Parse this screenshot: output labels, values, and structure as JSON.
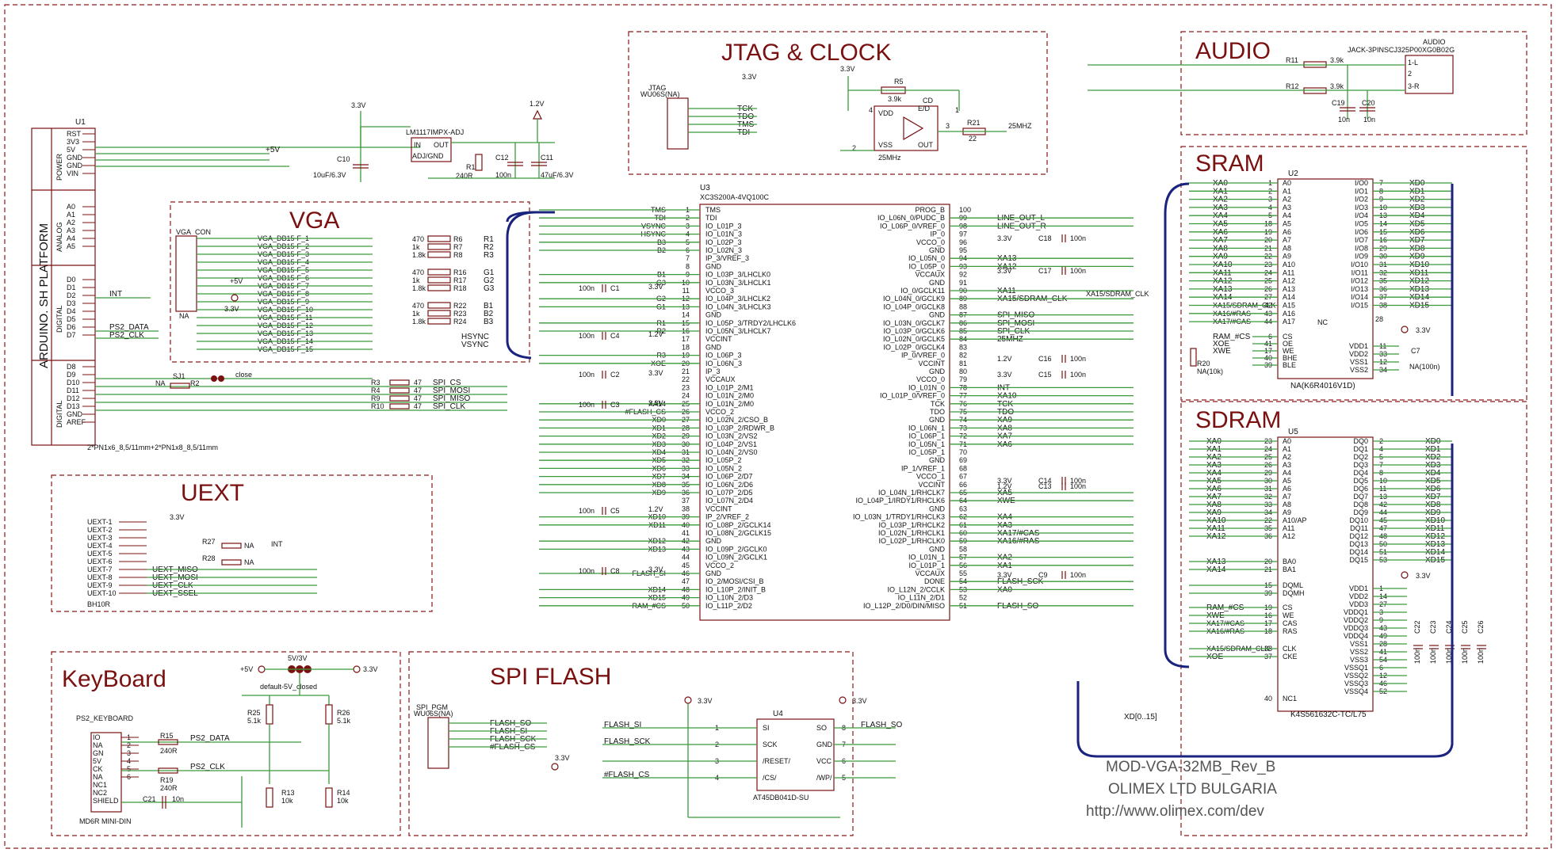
{
  "sections": {
    "jtag_clock": "JTAG & CLOCK",
    "audio": "AUDIO",
    "vga": "VGA",
    "sram": "SRAM",
    "sdram": "SDRAM",
    "uext": "UEXT",
    "keyboard": "KeyBoard",
    "spi_flash": "SPI FLASH"
  },
  "footer": {
    "board": "MOD-VGA-32MB_Rev_B",
    "company": "OLIMEX LTD BULGARIA",
    "url": "http://www.olimex.com/dev"
  },
  "u1": {
    "ref": "U1",
    "platform": "ARDUINO. SH PLATFORM",
    "groups": [
      "POWER",
      "ANALOG",
      "DIGITAL",
      "DIGITAL"
    ],
    "power_pins": [
      "RST",
      "3V3",
      "5V",
      "GND",
      "GND",
      "VIN"
    ],
    "analog_pins": [
      "A0",
      "A1",
      "A2",
      "A3",
      "A4",
      "A5"
    ],
    "digital1_pins": [
      "D0",
      "D1",
      "D2",
      "D3",
      "D4",
      "D5",
      "D6",
      "D7"
    ],
    "digital2_pins": [
      "D8",
      "D9",
      "D10",
      "D11",
      "D12",
      "D13",
      "GND",
      "AREF"
    ],
    "connector": "2*PN1x6_8,5/11mm+2*PN1x8_8,5/11mm",
    "nets": {
      "int": "INT",
      "ps2_data": "PS2_DATA",
      "ps2_clk": "PS2_CLK",
      "plus5v": "+5V",
      "na": "NA"
    }
  },
  "power_section": {
    "vcc33": "3.3V",
    "vcc12": "1.2V",
    "reg": "LM1117IMPX-ADJ",
    "reg_pins": [
      "IN",
      "OUT",
      "ADJ/GND"
    ],
    "r1": "R1",
    "r1v": "240R",
    "c10": "C10",
    "c10v": "10uF/6.3V",
    "c12": "C12",
    "c12v": "100n",
    "c11": "C11",
    "c11v": "47uF/6.3V"
  },
  "vga": {
    "connector": "VGA_CON",
    "na": "NA",
    "nets": [
      "VGA_DB15-F_1",
      "VGA_DB15-F_2",
      "VGA_DB15-F_3",
      "VGA_DB15-F_4",
      "VGA_DB15-F_5",
      "VGA_DB15-F_6",
      "VGA_DB15-F_7",
      "VGA_DB15-F_8",
      "VGA_DB15-F_9",
      "VGA_DB15-F_10",
      "VGA_DB15-F_11",
      "VGA_DB15-F_12",
      "VGA_DB15-F_13",
      "VGA_DB15-F_14",
      "VGA_DB15-F_15"
    ],
    "resistors": [
      {
        "val": "470",
        "ref": "R6",
        "net": "R1"
      },
      {
        "val": "1k",
        "ref": "R7",
        "net": "R2"
      },
      {
        "val": "1.8k",
        "ref": "R8",
        "net": "R3"
      },
      {
        "val": "470",
        "ref": "R16",
        "net": "G1"
      },
      {
        "val": "1k",
        "ref": "R17",
        "net": "G2"
      },
      {
        "val": "1.8k",
        "ref": "R18",
        "net": "G3"
      },
      {
        "val": "470",
        "ref": "R22",
        "net": "B1"
      },
      {
        "val": "1k",
        "ref": "R23",
        "net": "B2"
      },
      {
        "val": "1.8k",
        "ref": "R24",
        "net": "B3"
      }
    ],
    "sync": [
      "HSYNC",
      "VSYNC"
    ],
    "plus5v": "+5V",
    "vcc33": "3.3V"
  },
  "spi_res": {
    "sj1": "SJ1",
    "close": "close",
    "na": "NA",
    "r2": "R2",
    "rows": [
      {
        "ref": "R3",
        "val": "47",
        "net": "SPI_CS"
      },
      {
        "ref": "R4",
        "val": "47",
        "net": "SPI_MOSI"
      },
      {
        "ref": "R9",
        "val": "47",
        "net": "SPI_MISO"
      },
      {
        "ref": "R10",
        "val": "47",
        "net": "SPI_CLK"
      }
    ]
  },
  "uext": {
    "pins": [
      "UEXT-1",
      "UEXT-2",
      "UEXT-3",
      "UEXT-4",
      "UEXT-5",
      "UEXT-6",
      "UEXT-7",
      "UEXT-8",
      "UEXT-9",
      "UEXT-10"
    ],
    "ref": "BH10R",
    "vcc33": "3.3V",
    "r27": "R27",
    "r28": "R28",
    "na": "NA",
    "int": "INT",
    "nets": [
      "UEXT_MISO",
      "UEXT_MOSI",
      "UEXT_CLK",
      "UEXT_SSEL"
    ]
  },
  "jtag": {
    "conn": "JTAG",
    "conn2": "WU06S(NA)",
    "vcc33": "3.3V",
    "nets": [
      "TCK",
      "TDO",
      "TMS",
      "TDI"
    ],
    "r5": "R5",
    "r5v": "3.9k",
    "osc": "CD",
    "osc_pins": [
      "VDD",
      "E/D",
      "VSS",
      "OUT"
    ],
    "osc_freq": "25MHz",
    "r21": "R21",
    "r21v": "22",
    "clk_net": "25MHZ",
    "pin_nums": [
      "4",
      "1",
      "2",
      "3"
    ]
  },
  "audio": {
    "conn": "AUDIO",
    "jack": "JACK-3PINSCJ325P00XG0B02G",
    "pins": [
      "1-L",
      "2",
      "3-R"
    ],
    "r11": "R11",
    "r12": "R12",
    "rval": "3.9k",
    "c19": "C19",
    "c20": "C20",
    "cval": "10n"
  },
  "u3": {
    "ref": "U3",
    "part": "XC3S200A-4VQ100C",
    "left_pins": [
      [
        "1",
        "TMS"
      ],
      [
        "2",
        "TDI"
      ],
      [
        "3",
        "IO_L01P_3"
      ],
      [
        "4",
        "IO_L01N_3"
      ],
      [
        "5",
        "IO_L02P_3"
      ],
      [
        "6",
        "IO_L02N_3"
      ],
      [
        "7",
        "IP_3/VREF_3"
      ],
      [
        "8",
        "GND"
      ],
      [
        "9",
        "IO_L03P_3/LHCLK0"
      ],
      [
        "10",
        "IO_L03N_3/LHCLK1"
      ],
      [
        "11",
        "VCCO_3"
      ],
      [
        "12",
        "IO_L04P_3/LHCLK2"
      ],
      [
        "13",
        "IO_L04N_3/LHCLK3"
      ],
      [
        "14",
        "GND"
      ],
      [
        "15",
        "IO_L05P_3/TRDY2/LHCLK6"
      ],
      [
        "16",
        "IO_L05N_3/LHCLK7"
      ],
      [
        "17",
        "VCCINT"
      ],
      [
        "18",
        "GND"
      ],
      [
        "19",
        "IO_L06P_3"
      ],
      [
        "20",
        "IO_L06N_3"
      ],
      [
        "21",
        "IP_3"
      ],
      [
        "22",
        "VCCAUX"
      ],
      [
        "23",
        "IO_L01P_2/M1"
      ],
      [
        "24",
        "IO_L01N_2/M0"
      ],
      [
        "25",
        "IO_L01N_2/M0"
      ],
      [
        "26",
        "VCCO_2"
      ],
      [
        "27",
        "IO_L02N_2/CSO_B"
      ],
      [
        "28",
        "IO_L03P_2/RDWR_B"
      ],
      [
        "29",
        "IO_L03N_2/VS2"
      ],
      [
        "30",
        "IO_L04P_2/VS1"
      ],
      [
        "31",
        "IO_L04N_2/VS0"
      ],
      [
        "32",
        "IO_L05P_2"
      ],
      [
        "33",
        "IO_L05N_2"
      ],
      [
        "34",
        "IO_L06P_2/D7"
      ],
      [
        "35",
        "IO_L06N_2/D6"
      ],
      [
        "36",
        "IO_L07P_2/D5"
      ],
      [
        "37",
        "IO_L07N_2/D4"
      ],
      [
        "38",
        "VCCINT"
      ],
      [
        "39",
        "IP_2/VREF_2"
      ],
      [
        "40",
        "IO_L08P_2/GCLK14"
      ],
      [
        "41",
        "IO_L08N_2/GCLK15"
      ],
      [
        "42",
        "GND"
      ],
      [
        "43",
        "IO_L09P_2/GCLK0"
      ],
      [
        "44",
        "IO_L09N_2/GCLK1"
      ],
      [
        "45",
        "VCCO_2"
      ],
      [
        "46",
        "GND"
      ],
      [
        "47",
        "IO_2/MOSI/CSI_B"
      ],
      [
        "48",
        "IO_L10P_2/INIT_B"
      ],
      [
        "49",
        "IO_L10N_2/D3"
      ],
      [
        "50",
        "IO_L11P_2/D2"
      ]
    ],
    "left_nets": [
      "TMS",
      "TDI",
      "VSYNC",
      "HSYNC",
      "B3",
      "B2",
      "",
      "",
      "B1",
      "G3",
      "",
      "G2",
      "G1",
      "",
      "R1",
      "R2",
      "",
      "",
      "R3",
      "XOE",
      "",
      "",
      "",
      "",
      "XA14",
      "#FLASH_CS",
      "XD0",
      "XD1",
      "XD2",
      "XD3",
      "XD4",
      "XD5",
      "XD6",
      "XD7",
      "XD8",
      "XD9",
      "",
      "",
      "XD10",
      "XD11",
      "",
      "XD12",
      "XD13",
      "",
      "",
      "FLASH_SI",
      "",
      "XD14",
      "XD15",
      "RAM_#CS"
    ],
    "right_pins": [
      [
        "100",
        "PROG_B"
      ],
      [
        "99",
        "IO_L06N_0/PUDC_B"
      ],
      [
        "98",
        "IO_L06P_0/VREF_0"
      ],
      [
        "97",
        "IP_0"
      ],
      [
        "96",
        "VCCO_0"
      ],
      [
        "95",
        "GND"
      ],
      [
        "94",
        "IO_L05N_0"
      ],
      [
        "93",
        "IO_L05P_0"
      ],
      [
        "92",
        "VCCAUX"
      ],
      [
        "91",
        "GND"
      ],
      [
        "90",
        "IO_0/GCLK11"
      ],
      [
        "89",
        "IO_L04N_0/GCLK9"
      ],
      [
        "88",
        "IO_L04P_0/GCLK8"
      ],
      [
        "87",
        "GND"
      ],
      [
        "86",
        "IO_L03N_0/GCLK7"
      ],
      [
        "85",
        "IO_L03P_0/GCLK6"
      ],
      [
        "84",
        "IO_L02N_0/GCLK5"
      ],
      [
        "83",
        "IO_L02P_0/GCLK4"
      ],
      [
        "82",
        "IP_0/VREF_0"
      ],
      [
        "81",
        "VCCINT"
      ],
      [
        "80",
        "GND"
      ],
      [
        "79",
        "VCCO_0"
      ],
      [
        "78",
        "IO_L01N_0"
      ],
      [
        "77",
        "IO_L01P_0/VREF_0"
      ],
      [
        "76",
        "TCK"
      ],
      [
        "75",
        "TDO"
      ],
      [
        "74",
        "GND"
      ],
      [
        "73",
        "IO_L06N_1"
      ],
      [
        "72",
        "IO_L06P_1"
      ],
      [
        "71",
        "IO_L05N_1"
      ],
      [
        "70",
        "IO_L05P_1"
      ],
      [
        "69",
        "GND"
      ],
      [
        "68",
        "IP_1/VREF_1"
      ],
      [
        "67",
        "VCCO_1"
      ],
      [
        "66",
        "VCCINT"
      ],
      [
        "65",
        "IO_L04N_1/RHCLK7"
      ],
      [
        "64",
        "IO_L04P_1/IRDY1/RHCLK6"
      ],
      [
        "63",
        "GND"
      ],
      [
        "62",
        "IO_L03N_1/TRDY1/RHCLK3"
      ],
      [
        "61",
        "IO_L03P_1/RHCLK2"
      ],
      [
        "60",
        "IO_L02N_1/RHCLK1"
      ],
      [
        "59",
        "IO_L02P_1/RHCLK0"
      ],
      [
        "58",
        "GND"
      ],
      [
        "57",
        "IO_L01N_1"
      ],
      [
        "56",
        "IO_L01P_1"
      ],
      [
        "55",
        "VCCAUX"
      ],
      [
        "54",
        "DONE"
      ],
      [
        "53",
        "IO_L12N_2/CCLK"
      ],
      [
        "52",
        "IO_L11N_2/D1"
      ],
      [
        "51",
        "IO_L12P_2/D0/DIN/MISO"
      ]
    ],
    "right_nets": [
      "",
      "LINE_OUT_L",
      "LINE_OUT_R",
      "",
      "",
      "",
      "XA13",
      "XA12",
      "",
      "",
      "XA11",
      "XA15/SDRAM_CLK",
      "",
      "SPI_MISO",
      "SPI_MOSI",
      "SPI_CLK",
      "25MHZ",
      "",
      "",
      "",
      "",
      "",
      "INT",
      "XA10",
      "TCK",
      "TDO",
      "XA9",
      "XA8",
      "XA7",
      "XA6",
      "",
      "",
      "",
      "",
      "",
      "XA5",
      "XWE",
      "",
      "XA4",
      "XA3",
      "XA17/#CAS",
      "XA16/#RAS",
      "",
      "XA2",
      "XA1",
      "",
      "FLASH_SCK",
      "XA0",
      "",
      "FLASH_SO"
    ],
    "spi_cs": "SPI_CS",
    "sdram_clk": "XA15/SDRAM_CLK",
    "caps": [
      {
        "ref": "C1",
        "val": "100n",
        "v": "3.3V"
      },
      {
        "ref": "C4",
        "val": "100n",
        "v": "1.2V"
      },
      {
        "ref": "C2",
        "val": "100n",
        "v": "3.3V"
      },
      {
        "ref": "C3",
        "val": "100n",
        "v": "3.3V"
      },
      {
        "ref": "C5",
        "val": "100n",
        "v": "1.2V"
      },
      {
        "ref": "C8",
        "val": "100n",
        "v": "3.3V"
      },
      {
        "ref": "C18",
        "val": "100n",
        "v": "3.3V"
      },
      {
        "ref": "C17",
        "val": "100n",
        "v": "3.3V"
      },
      {
        "ref": "C16",
        "val": "100n",
        "v": "1.2V"
      },
      {
        "ref": "C15",
        "val": "100n",
        "v": "3.3V"
      },
      {
        "ref": "C13",
        "val": "100n",
        "v": "1.2V"
      },
      {
        "ref": "C14",
        "val": "100n",
        "v": "3.3V"
      },
      {
        "ref": "C9",
        "val": "100n",
        "v": "3.3V"
      }
    ]
  },
  "u2": {
    "ref": "U2",
    "part": "NA(K6R4016V1D)",
    "addr_pins": [
      [
        "XA0",
        "1",
        "A0"
      ],
      [
        "XA1",
        "2",
        "A1"
      ],
      [
        "XA2",
        "3",
        "A2"
      ],
      [
        "XA3",
        "4",
        "A3"
      ],
      [
        "XA4",
        "5",
        "A4"
      ],
      [
        "XA5",
        "18",
        "A5"
      ],
      [
        "XA6",
        "19",
        "A6"
      ],
      [
        "XA7",
        "20",
        "A7"
      ],
      [
        "XA8",
        "21",
        "A8"
      ],
      [
        "XA9",
        "22",
        "A9"
      ],
      [
        "XA10",
        "23",
        "A10"
      ],
      [
        "XA11",
        "24",
        "A11"
      ],
      [
        "XA12",
        "25",
        "A12"
      ],
      [
        "XA13",
        "26",
        "A13"
      ],
      [
        "XA14",
        "27",
        "A14"
      ],
      [
        "XA15/SDRAM_CLK",
        "42",
        "A15"
      ],
      [
        "XA16/#RAS",
        "43",
        "A16"
      ],
      [
        "XA17/#CAS",
        "44",
        "A17"
      ]
    ],
    "io_pins": [
      [
        "I/O0",
        "7",
        "XD0"
      ],
      [
        "I/O1",
        "8",
        "XD1"
      ],
      [
        "I/O2",
        "9",
        "XD2"
      ],
      [
        "I/O3",
        "10",
        "XD3"
      ],
      [
        "I/O4",
        "13",
        "XD4"
      ],
      [
        "I/O5",
        "14",
        "XD5"
      ],
      [
        "I/O6",
        "15",
        "XD6"
      ],
      [
        "I/O7",
        "16",
        "XD7"
      ],
      [
        "I/O8",
        "29",
        "XD8"
      ],
      [
        "I/O9",
        "30",
        "XD9"
      ],
      [
        "I/O10",
        "31",
        "XD10"
      ],
      [
        "I/O11",
        "32",
        "XD11"
      ],
      [
        "I/O12",
        "35",
        "XD12"
      ],
      [
        "I/O13",
        "36",
        "XD13"
      ],
      [
        "I/O14",
        "37",
        "XD14"
      ],
      [
        "I/O15",
        "38",
        "XD15"
      ]
    ],
    "nc": "NC",
    "nc_pin": "28",
    "ctrl_pins": [
      [
        "RAM_#CS",
        "6",
        "CS"
      ],
      [
        "XOE",
        "41",
        "OE"
      ],
      [
        "XWE",
        "17",
        "WE"
      ],
      [
        "",
        "40",
        "BHE"
      ],
      [
        "",
        "39",
        "BLE"
      ]
    ],
    "pwr_pins": [
      [
        "VDD1",
        "11"
      ],
      [
        "VDD2",
        "33"
      ],
      [
        "VSS1",
        "12"
      ],
      [
        "VSS2",
        "34"
      ]
    ],
    "r20": "R20",
    "r20v": "NA(10k)",
    "c7": "C7",
    "c7v": "NA(100n)",
    "vcc33": "3.3V"
  },
  "u5": {
    "ref": "U5",
    "part": "K4S561632C-TC/L75",
    "addr_pins": [
      [
        "XA0",
        "23",
        "A0"
      ],
      [
        "XA1",
        "24",
        "A1"
      ],
      [
        "XA2",
        "25",
        "A2"
      ],
      [
        "XA3",
        "26",
        "A3"
      ],
      [
        "XA4",
        "29",
        "A4"
      ],
      [
        "XA5",
        "30",
        "A5"
      ],
      [
        "XA6",
        "31",
        "A6"
      ],
      [
        "XA7",
        "32",
        "A7"
      ],
      [
        "XA8",
        "33",
        "A8"
      ],
      [
        "XA9",
        "34",
        "A9"
      ],
      [
        "XA10",
        "22",
        "A10/AP"
      ],
      [
        "XA11",
        "35",
        "A11"
      ],
      [
        "XA12",
        "36",
        "A12"
      ]
    ],
    "dq_pins": [
      [
        "DQ0",
        "2",
        "XD0"
      ],
      [
        "DQ1",
        "4",
        "XD1"
      ],
      [
        "DQ2",
        "5",
        "XD2"
      ],
      [
        "DQ3",
        "7",
        "XD3"
      ],
      [
        "DQ4",
        "8",
        "XD4"
      ],
      [
        "DQ5",
        "10",
        "XD5"
      ],
      [
        "DQ6",
        "11",
        "XD6"
      ],
      [
        "DQ7",
        "13",
        "XD7"
      ],
      [
        "DQ8",
        "42",
        "XD8"
      ],
      [
        "DQ9",
        "44",
        "XD9"
      ],
      [
        "DQ10",
        "45",
        "XD10"
      ],
      [
        "DQ11",
        "47",
        "XD11"
      ],
      [
        "DQ12",
        "48",
        "XD12"
      ],
      [
        "DQ13",
        "50",
        "XD13"
      ],
      [
        "DQ14",
        "51",
        "XD14"
      ],
      [
        "DQ15",
        "53",
        "XD15"
      ]
    ],
    "ba_pins": [
      [
        "XA13",
        "20",
        "BA0"
      ],
      [
        "XA14",
        "21",
        "BA1"
      ]
    ],
    "mask_pins": [
      [
        "",
        "15",
        "DQML"
      ],
      [
        "",
        "39",
        "DQMH"
      ]
    ],
    "ctrl_pins": [
      [
        "RAM_#CS",
        "19",
        "CS"
      ],
      [
        "XWE",
        "16",
        "WE"
      ],
      [
        "XA17/#CAS",
        "17",
        "CAS"
      ],
      [
        "XA16/#RAS",
        "18",
        "RAS"
      ]
    ],
    "clk_pins": [
      [
        "XA15/SDRAM_CLK",
        "38",
        "CLK"
      ],
      [
        "XOE",
        "37",
        "CKE"
      ]
    ],
    "nc": [
      "NC1",
      "40"
    ],
    "pwr_pins": [
      [
        "VDD1",
        "1"
      ],
      [
        "VDD2",
        "14"
      ],
      [
        "VDD3",
        "27"
      ],
      [
        "VDDQ1",
        "3"
      ],
      [
        "VDDQ2",
        "9"
      ],
      [
        "VDDQ3",
        "43"
      ],
      [
        "VDDQ4",
        "49"
      ],
      [
        "VSS1",
        "28"
      ],
      [
        "VSS2",
        "41"
      ],
      [
        "VSS3",
        "54"
      ],
      [
        "VSSQ1",
        "6"
      ],
      [
        "VSSQ2",
        "12"
      ],
      [
        "VSSQ3",
        "46"
      ],
      [
        "VSSQ4",
        "52"
      ]
    ],
    "caps": [
      "C22",
      "C23",
      "C24",
      "C25",
      "C26"
    ],
    "cval": "100n",
    "vcc33": "3.3V",
    "bus_label": "XD[0..15]"
  },
  "keyboard": {
    "conn": "PS2_KEYBOARD",
    "conn_ref": "MD6R MINI-DIN",
    "pins": [
      "IO",
      "NA",
      "GN",
      "5V",
      "CK",
      "NA",
      "NC1",
      "NC2",
      "SHIELD"
    ],
    "pin_nums": [
      "1",
      "2",
      "3",
      "4",
      "5",
      "6"
    ],
    "jumper": "5V/3V",
    "jumper_note": "default-5V_closed",
    "plus5v": "+5V",
    "vcc33": "3.3V",
    "r15": "R15",
    "r15v": "240R",
    "r19": "R19",
    "r19v": "240R",
    "r25": "R25",
    "r25v": "5.1k",
    "r26": "R26",
    "r26v": "5.1k",
    "r13": "R13",
    "r13v": "10k",
    "r14": "R14",
    "r14v": "10k",
    "c21": "C21",
    "c21v": "10n",
    "nets": [
      "PS2_DATA",
      "PS2_CLK"
    ]
  },
  "spiflash": {
    "conn": "SPI_PGM",
    "conn2": "WU06S(NA)",
    "nets": [
      "FLASH_SO",
      "FLASH_SI",
      "FLASH_SCK",
      "#FLASH_CS"
    ],
    "vcc33": "3.3V",
    "u4": "U4",
    "u4part": "AT45DB041D-SU",
    "u4_left": [
      [
        "1",
        "SI"
      ],
      [
        "2",
        "SCK"
      ],
      [
        "3",
        "/RESET/"
      ],
      [
        "4",
        "/CS/"
      ]
    ],
    "u4_right": [
      [
        "8",
        "SO"
      ],
      [
        "7",
        "GND"
      ],
      [
        "6",
        "VCC"
      ],
      [
        "5",
        "/WP/"
      ]
    ],
    "left_nets": [
      "FLASH_SI",
      "FLASH_SCK",
      "#FLASH_CS"
    ],
    "right_net": "FLASH_SO"
  }
}
